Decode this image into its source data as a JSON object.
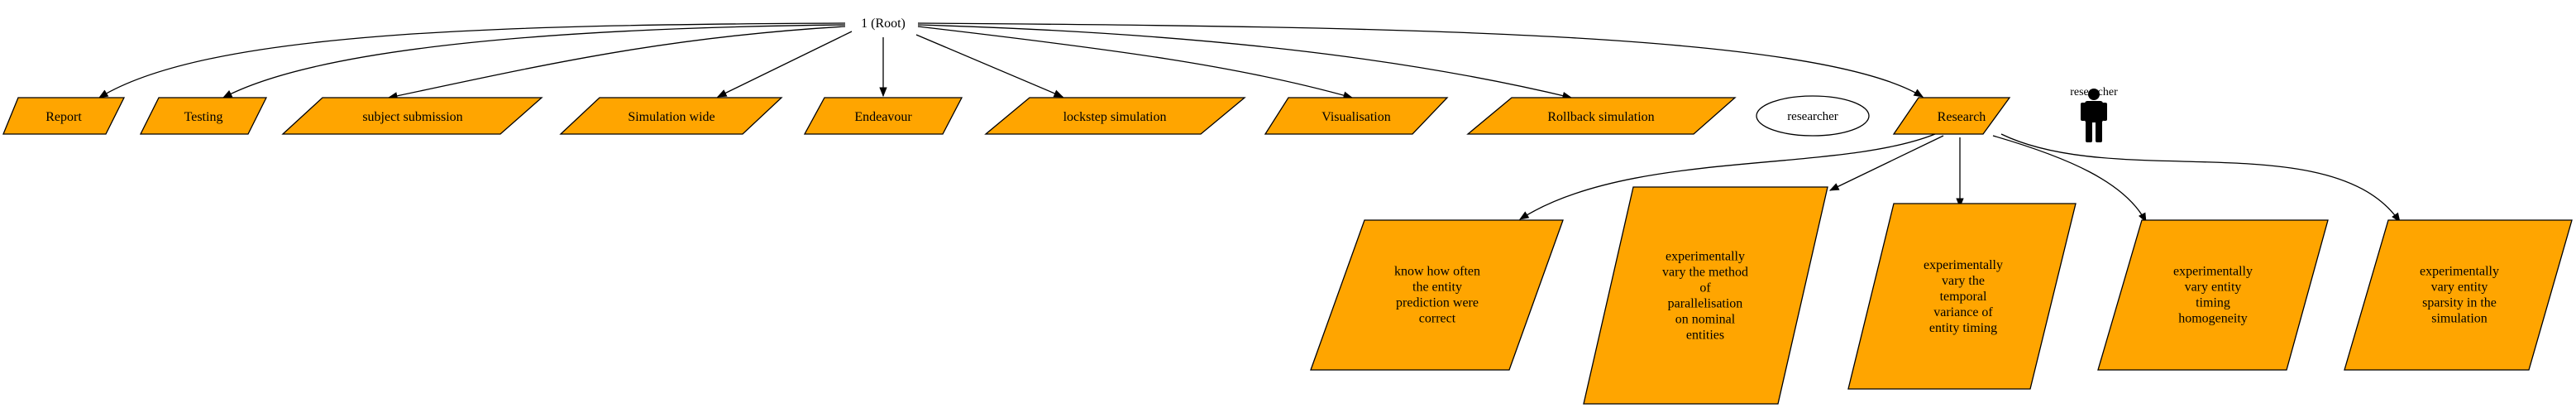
{
  "colors": {
    "node_fill": "#FFA500",
    "node_stroke": "#000000",
    "edge": "#000000",
    "background": "#FFFFFF"
  },
  "root": {
    "label": "1 (Root)"
  },
  "goals": [
    {
      "id": "report",
      "label": "Report"
    },
    {
      "id": "testing",
      "label": "Testing"
    },
    {
      "id": "subject-submission",
      "label": "subject submission"
    },
    {
      "id": "simulation-wide",
      "label": "Simulation wide"
    },
    {
      "id": "endeavour",
      "label": "Endeavour"
    },
    {
      "id": "lockstep-simulation",
      "label": "lockstep simulation"
    },
    {
      "id": "visualisation",
      "label": "Visualisation"
    },
    {
      "id": "rollback-simulation",
      "label": "Rollback simulation"
    },
    {
      "id": "research",
      "label": "Research"
    }
  ],
  "actor_ellipse": {
    "label": "researcher"
  },
  "actor_figure": {
    "label": "researcher",
    "icon": "person-icon"
  },
  "research_subgoals": [
    {
      "id": "entity-prediction",
      "lines": [
        "know how often",
        "the entity",
        "prediction were",
        "correct"
      ]
    },
    {
      "id": "parallelisation-method",
      "lines": [
        "experimentally",
        "vary the method",
        "of",
        "parallelisation",
        "on nominal",
        "entities"
      ]
    },
    {
      "id": "temporal-variance",
      "lines": [
        "experimentally",
        "vary the",
        "temporal",
        "variance of",
        "entity timing"
      ]
    },
    {
      "id": "timing-homogeneity",
      "lines": [
        "experimentally",
        "vary entity",
        "timing",
        "homogeneity"
      ]
    },
    {
      "id": "entity-sparsity",
      "lines": [
        "experimentally",
        "vary entity",
        "sparsity in the",
        "simulation"
      ]
    }
  ]
}
